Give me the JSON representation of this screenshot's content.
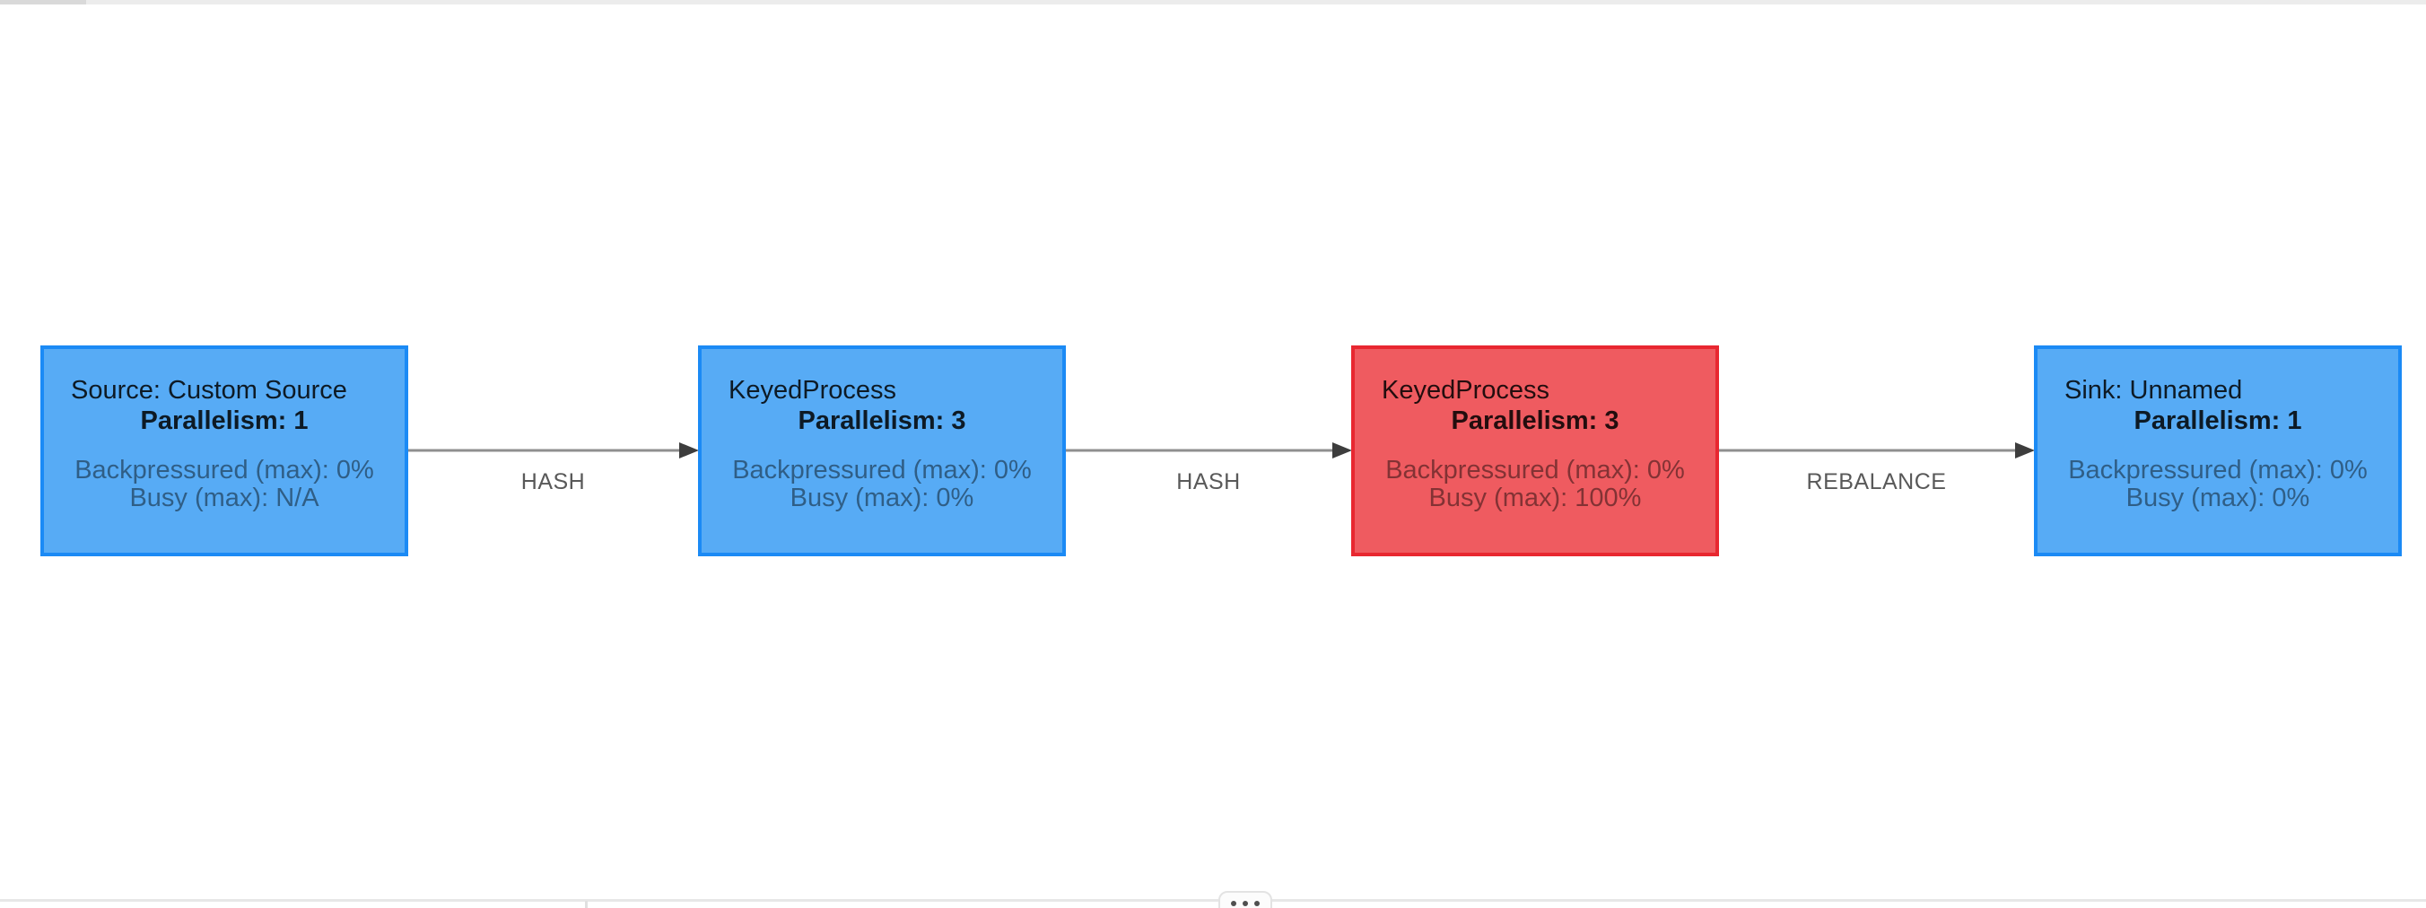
{
  "graph": {
    "nodes": [
      {
        "name": "Source: Custom Source",
        "parallelism": "Parallelism: 1",
        "metrics": [
          "Backpressured (max): 0%",
          "Busy (max): N/A"
        ],
        "state": "normal"
      },
      {
        "name": "KeyedProcess",
        "parallelism": "Parallelism: 3",
        "metrics": [
          "Backpressured (max): 0%",
          "Busy (max): 0%"
        ],
        "state": "normal"
      },
      {
        "name": "KeyedProcess",
        "parallelism": "Parallelism: 3",
        "metrics": [
          "Backpressured (max): 0%",
          "Busy (max): 100%"
        ],
        "state": "busy"
      },
      {
        "name": "Sink: Unnamed",
        "parallelism": "Parallelism: 1",
        "metrics": [
          "Backpressured (max): 0%",
          "Busy (max): 0%"
        ],
        "state": "normal"
      }
    ],
    "edges": [
      {
        "from": 0,
        "to": 1,
        "label": "HASH"
      },
      {
        "from": 1,
        "to": 2,
        "label": "HASH"
      },
      {
        "from": 2,
        "to": 3,
        "label": "REBALANCE"
      }
    ]
  },
  "colors": {
    "node_blue_fill": "#57abf5",
    "node_blue_border": "#1b8af5",
    "node_red_fill": "#ef5b60",
    "node_red_border": "#e82730",
    "edge_line": "#8f8f8f",
    "arrowhead": "#3d3d3d",
    "edge_label_text": "#595959",
    "scrollbar_track": "#ececec",
    "scrollbar_thumb": "#d9d9d9",
    "panel_border": "#e7e7e7",
    "handle_dots": "#4f4f4f"
  },
  "bottom_bar": {
    "handle_icon": "ellipsis-icon"
  },
  "top_bar": {
    "scrollbar_icon": "horizontal-scrollbar"
  }
}
